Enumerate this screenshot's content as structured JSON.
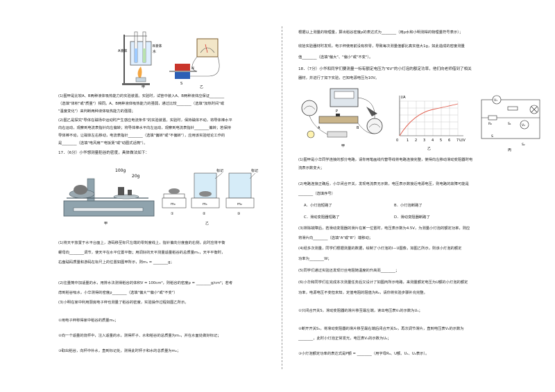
{
  "left": {
    "fig_top_labels": {
      "liquid_a": "A液体",
      "liquid_b": "B液体",
      "water": "水",
      "jia": "甲",
      "yi": "乙",
      "magnet_n": "N",
      "magnet_s": "S"
    },
    "q16_lines": [
      "(1)图甲是比较A、B两种液体吸热能力的实验装置。实验时，试管中装入A、B两种液体应保证________",
      "（选填\"体积\"或\"质量\"）相同。A、B两种液体吸热能力的强弱，通过比较________（选填\"加热时间\"或",
      "\"温度变化\"）来判断两种液体吸热能力的强弱；",
      "(2)图乙是探究\"导体在磁场中运动时产生感应电流条件\"的实验装置。实验时，保持磁体不动，将导体棒水平",
      "向右运动，观察到电流表指针向左偏转；将导体棒水平向左运动，观察到电流表指针________偏转；若保持",
      "导体棒不动，让磁体左右移动，电流表指针________（选填\"偏转\"或\"不偏转\"），应用该实验结论工作的",
      "是________（选填\"电风扇\"\"电饭煲\"或\"动圈式话筒\"）。"
    ],
    "q17_title": "17．（6分）小华想测量稻谷的密度，具体做法如下：",
    "q17_fig": {
      "w100": "100g",
      "w20": "20g",
      "mark": "标记",
      "m0": "m₀",
      "m1": "m₁",
      "m2": "m₂",
      "c1": "①",
      "c2": "②",
      "c3": "③",
      "jia": "甲",
      "yi": "乙"
    },
    "q17_lines": [
      "(1)将天平放置于水平台面上，游码移至标尺左端的零刻度线上，指针偏向分度盘的右侧，此时应将平衡",
      "螺母向________调节，使天平在水平位置平衡；用调好的天平测量适量稻谷的总质量m₁，天平平衡时，",
      "右盘砝码质量和游码在标尺上的位置如图甲所示，则m₁ = ________g；",
      "(2)往量筒中加适量的水，用排水法测得稻谷的体积V = 100cm³，则稻谷的密度ρ = ________g/cm³；若考",
      "虑到稻谷吸水，小华测得的密度ρ________（选填\"偏大\"\"偏小\"或\"不变\"）",
      "(3)小明在家中利用厨房电子秤也测量了稻谷的密度，实验操作过程如图乙所示。",
      "①用电子秤称得家中稻谷的质量m₀；",
      "②向一个适量的烧杯中，注入适量的水，测得杯子、水和稻谷的总质量为m₁，并在水面处做好标记；",
      "③取出稻谷，向杯中补水，直到标记处，测得此时杯子和水的总质量为m₂；"
    ]
  },
  "right": {
    "top_lines": [
      "根据以上测量的物理量，算出稻谷密度ρ的表达式为________（用ρ水和小明测得的物理量符号表示）；",
      "收拾实验器材时发现，电子秤使用前没有校零，导致每次测量值都比真实值大1g，如此造成的密度测量",
      "值________（选填\"偏大\"、\"偏小\"或\"不变\"）。"
    ],
    "q18_title": "18．（7分）小华和同学们要测量一标有额定电压为\"6V\"的小灯泡的额定功率，他们向老师借到了相关",
    "q18_line2": "器材，并进行了如下实验，已知电源电压为10V。",
    "fig": {
      "jia": "甲",
      "yi": "乙",
      "bing": "丙",
      "p": "P",
      "a": "A",
      "b": "B",
      "ia": "I/A",
      "uv": "U/V",
      "origin": "0",
      "ticks": [
        "1",
        "2",
        "3",
        "4",
        "5",
        "6",
        "7"
      ],
      "v1": "V₁",
      "v2": "V₂",
      "r0": "R₀",
      "s1": "S₁",
      "s2": "S₂",
      "s": "S"
    },
    "q18_lines": [
      "(1)图甲是小华同学连接的部分电路，请你用笔画线代替导线将电路连接完整，使得向左移动滑动变阻器时电",
      "流表示数变大；",
      "(2)电路连接正确后，小华闭合开关，发现电流表无示数，电压表示数接近电源电压，则电路的故障可能是",
      "________（选填序号）",
      "A．小灯泡短路了",
      "B．小灯泡断路了",
      "C．滑动变阻器短路了",
      "D．滑动变阻器断路了",
      "(3)排除故障后，若滑动变阻器的滑片在某一位置时，电压表示数为4.5V，为测量小灯泡的额定功率，则应",
      "将滑片向________（选填\"A\"或\"B\"）端移动；",
      "(4)经多次测量，同学们根据测量的数据，绘制了小灯泡的I－U图像，如图乙所示，则该小灯泡的额定",
      "功率为________W；",
      "(5)同学们通过实验还发现灯丝电阻随温度的升高而________；",
      "(6)小华和同学们在完成本次测量任务后又设计了如图丙所示电路，来测量额定电压为U额的小灯泡的额定",
      "功率，电源电压不变但未知，定值电阻的阻值为R₀，请你将实验步骤补充完整。",
      "①只闭合开关S，滑动变阻器的滑片移至最左端，读出电压表V₁的示数为U₁；",
      "②断开开关S₁，将滑动变阻器的滑片移至最右端后闭合开关S₂，再次调节滑片，直到电压表V₂的示数为",
      "________，此时小灯泡正常发光，电压表V₁的示数为U₂；",
      "③小灯泡额定功率的表达式是P额 = ________（用字母R₀、U额、U₁、U₂表示）。"
    ]
  }
}
